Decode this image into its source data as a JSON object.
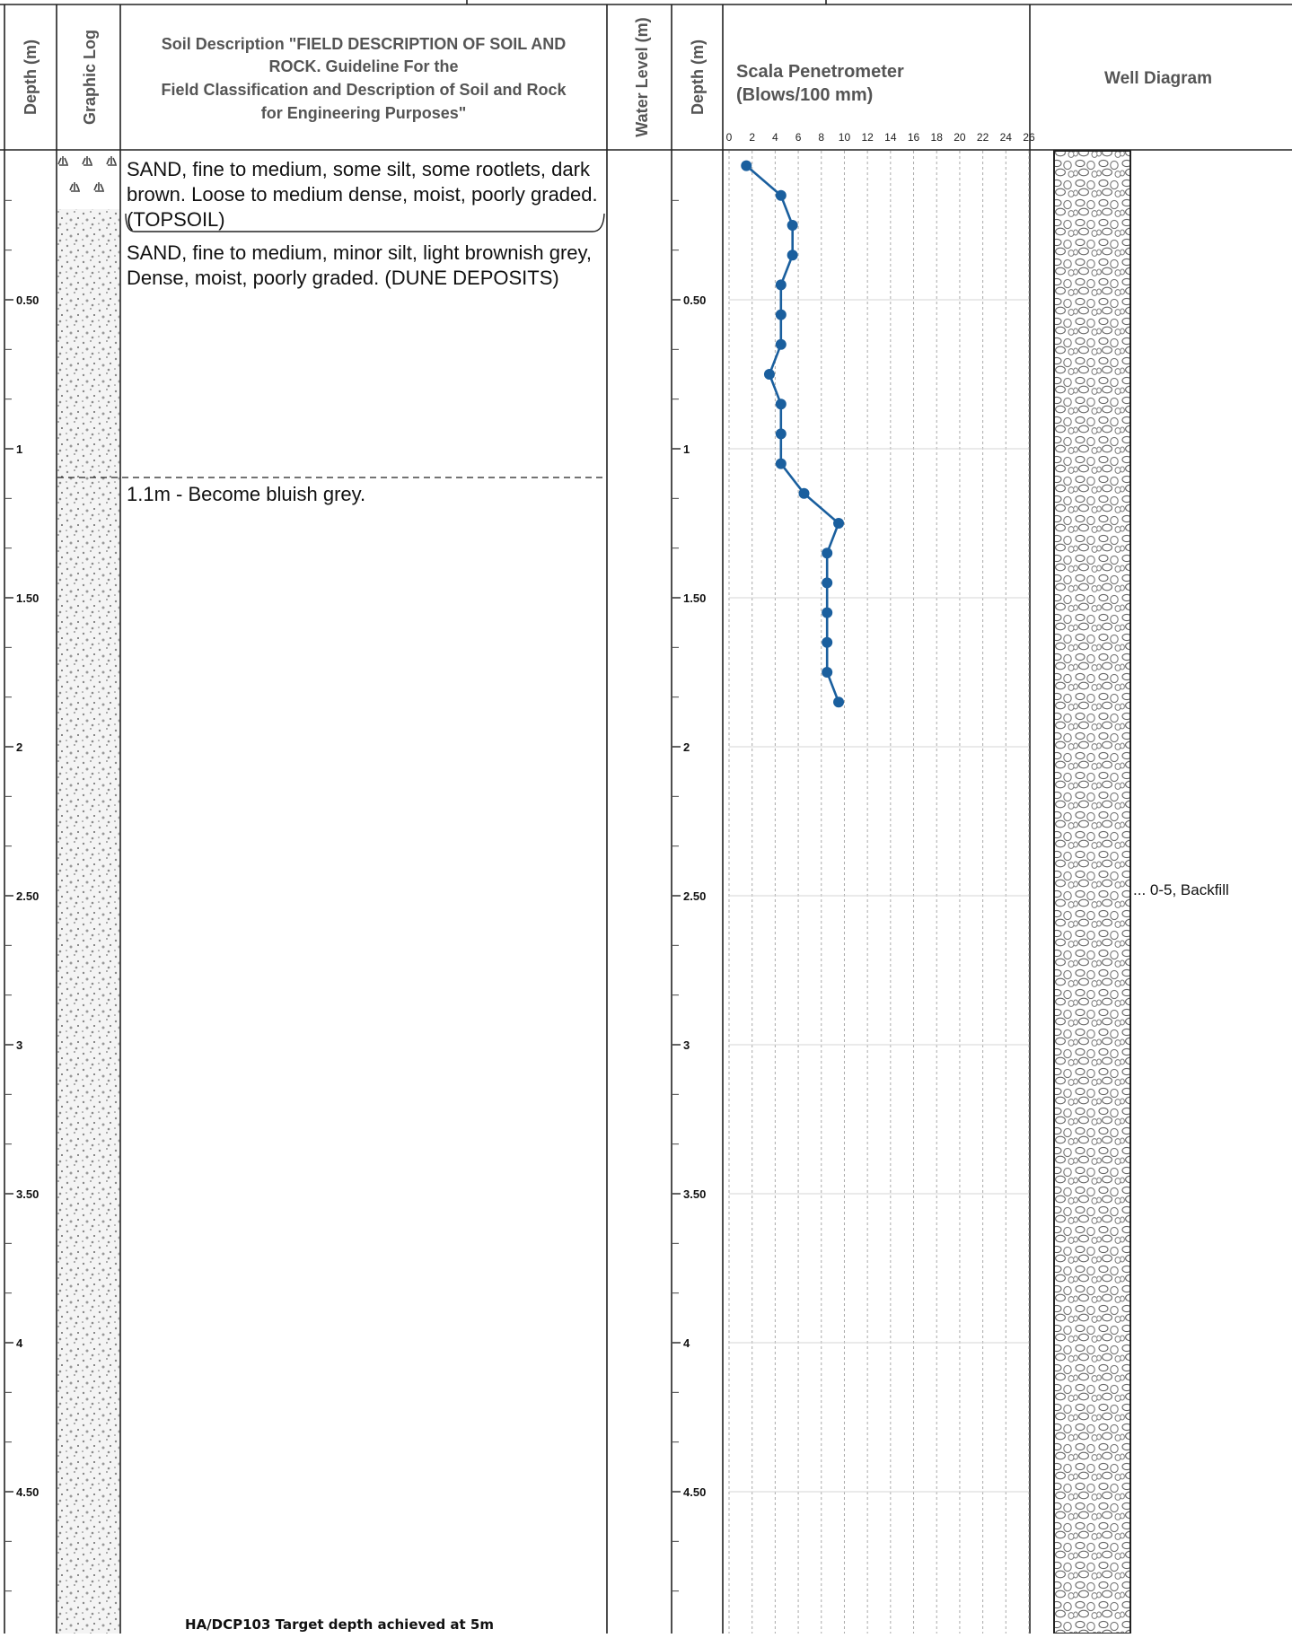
{
  "headers": {
    "depth_left": "Depth (m)",
    "graphic_log": "Graphic Log",
    "soil_description": [
      "Soil Description \"FIELD DESCRIPTION OF SOIL AND",
      "ROCK. Guideline For the",
      "Field Classification and Description of Soil and Rock",
      "for Engineering Purposes\""
    ],
    "water_level": "Water Level (m)",
    "depth_right": "Depth (m)",
    "scala": [
      "Scala Penetrometer",
      "(Blows/100 mm)"
    ],
    "well": "Well Diagram"
  },
  "depth_labels": [
    {
      "depth": 0.5,
      "label": "0.50"
    },
    {
      "depth": 1,
      "label": "1"
    },
    {
      "depth": 1.5,
      "label": "1.50"
    },
    {
      "depth": 2,
      "label": "2"
    },
    {
      "depth": 2.5,
      "label": "2.50"
    },
    {
      "depth": 3,
      "label": "3"
    },
    {
      "depth": 3.5,
      "label": "3.50"
    },
    {
      "depth": 4,
      "label": "4"
    },
    {
      "depth": 4.5,
      "label": "4.50"
    }
  ],
  "descriptions": [
    {
      "id": "topsoil",
      "lines": [
        "SAND, fine to medium, some silt, some rootlets, dark",
        "brown. Loose to medium dense, moist, poorly graded.",
        "(TOPSOIL)"
      ]
    },
    {
      "id": "dune",
      "lines": [
        "SAND, fine to medium, minor silt, light brownish grey,",
        "Dense, moist, poorly graded. (DUNE DEPOSITS)"
      ]
    },
    {
      "id": "note-1-1",
      "lines": [
        "1.1m - Become bluish grey."
      ]
    }
  ],
  "end_note": "HA/DCP103 Target depth achieved at 5m",
  "well_label": "... 0-5, Backfill",
  "chart_data": {
    "type": "line",
    "title": "Scala Penetrometer",
    "subtitle": "(Blows/100 mm)",
    "x_axis_ticks": [
      "0",
      "2",
      "4",
      "6",
      "8",
      "10",
      "12",
      "14",
      "16",
      "18",
      "20",
      "22",
      "24",
      "26"
    ],
    "xlim": [
      0,
      26
    ],
    "ylim": [
      0,
      5
    ],
    "y_reversed": true,
    "grid": true,
    "series": [
      {
        "color": "#1a5f9e",
        "points": [
          {
            "depth": 0.05,
            "blows": 1.5
          },
          {
            "depth": 0.15,
            "blows": 4.5
          },
          {
            "depth": 0.25,
            "blows": 5.5
          },
          {
            "depth": 0.35,
            "blows": 5.5
          },
          {
            "depth": 0.45,
            "blows": 4.5
          },
          {
            "depth": 0.55,
            "blows": 4.5
          },
          {
            "depth": 0.65,
            "blows": 4.5
          },
          {
            "depth": 0.75,
            "blows": 3.5
          },
          {
            "depth": 0.85,
            "blows": 4.5
          },
          {
            "depth": 0.95,
            "blows": 4.5
          },
          {
            "depth": 1.05,
            "blows": 4.5
          },
          {
            "depth": 1.15,
            "blows": 6.5
          },
          {
            "depth": 1.25,
            "blows": 9.5
          },
          {
            "depth": 1.35,
            "blows": 8.5
          },
          {
            "depth": 1.45,
            "blows": 8.5
          },
          {
            "depth": 1.55,
            "blows": 8.5
          },
          {
            "depth": 1.65,
            "blows": 8.5
          },
          {
            "depth": 1.75,
            "blows": 8.5
          },
          {
            "depth": 1.85,
            "blows": 9.5
          }
        ]
      }
    ]
  }
}
